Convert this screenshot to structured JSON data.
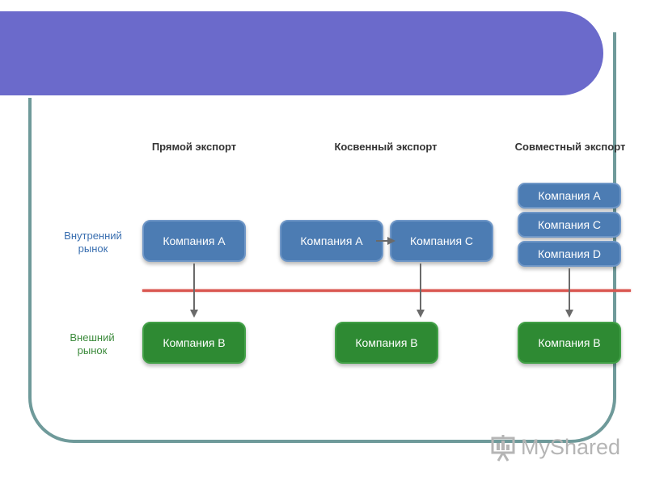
{
  "columns": {
    "direct": "Прямой экспорт",
    "indirect": "Косвенный экспорт",
    "joint": "Совместный экспорт"
  },
  "rows": {
    "domestic": "Внутренний рынок",
    "foreign": "Внешний рынок"
  },
  "boxes": {
    "direct_a": "Компания А",
    "direct_b": "Компания В",
    "indirect_a": "Компания А",
    "indirect_c": "Компания С",
    "indirect_b": "Компания В",
    "joint_a": "Компания А",
    "joint_c": "Компания С",
    "joint_d": "Компания D",
    "joint_b": "Компания В"
  },
  "logo": {
    "text": "MyShared",
    "icon": "presentation-board-icon"
  },
  "colors": {
    "header": "#6b6acb",
    "frame": "#6f9a9a",
    "blue_box": "#4c7cb3",
    "green_box": "#2e8a33",
    "divider": "#d9554f"
  }
}
